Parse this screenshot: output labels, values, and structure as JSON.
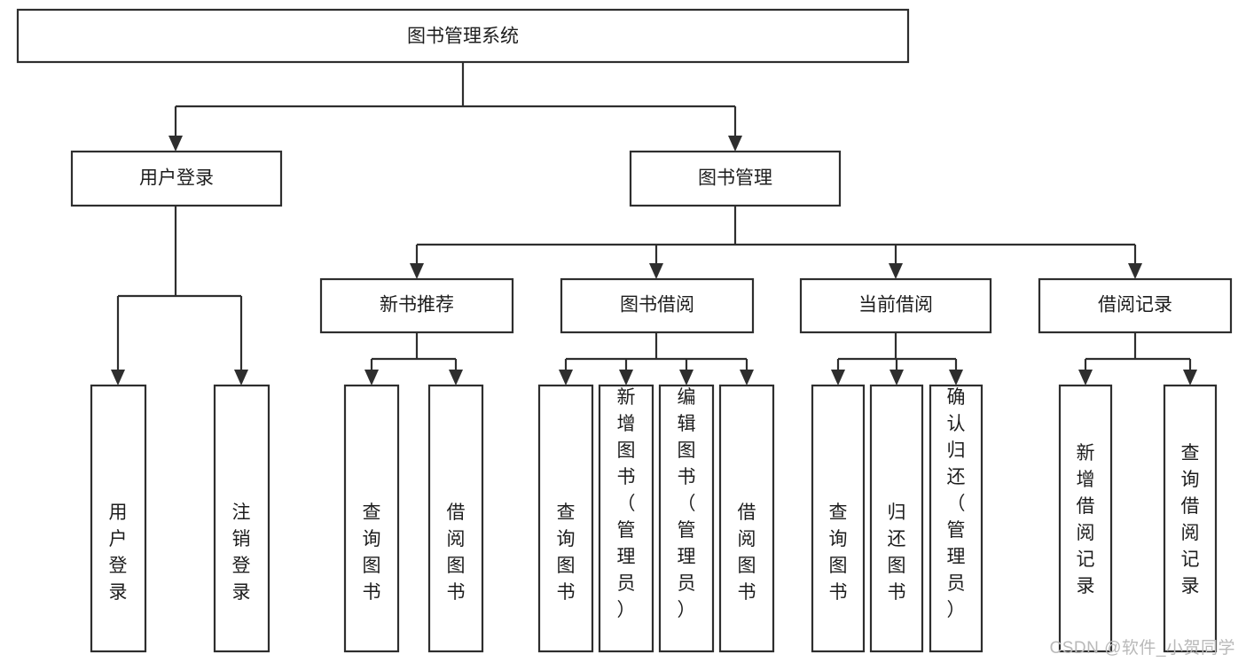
{
  "diagram": {
    "type": "tree",
    "title": "图书管理系统",
    "watermark": "CSDN @软件_小贺同学",
    "nodes": {
      "root": {
        "label": "图书管理系统"
      },
      "level1": [
        {
          "label": "用户登录"
        },
        {
          "label": "图书管理"
        }
      ],
      "level2": [
        {
          "label": "新书推荐"
        },
        {
          "label": "图书借阅"
        },
        {
          "label": "当前借阅"
        },
        {
          "label": "借阅记录"
        }
      ],
      "leaves_user_login": [
        {
          "label": "用户登录"
        },
        {
          "label": "注销登录"
        }
      ],
      "leaves_new_book": [
        {
          "label": "查询图书"
        },
        {
          "label": "借阅图书"
        }
      ],
      "leaves_borrow": [
        {
          "label": "查询图书"
        },
        {
          "label": "新增图书（管理员）"
        },
        {
          "label": "编辑图书（管理员）"
        },
        {
          "label": "借阅图书"
        }
      ],
      "leaves_current": [
        {
          "label": "查询图书"
        },
        {
          "label": "归还图书"
        },
        {
          "label": "确认归还（管理员）"
        }
      ],
      "leaves_record": [
        {
          "label": "新增借阅记录"
        },
        {
          "label": "查询借阅记录"
        }
      ]
    },
    "colors": {
      "stroke": "#2e2e2e",
      "fill": "#ffffff",
      "text": "#1d1d1d",
      "watermark": "#b9b9b9"
    }
  }
}
